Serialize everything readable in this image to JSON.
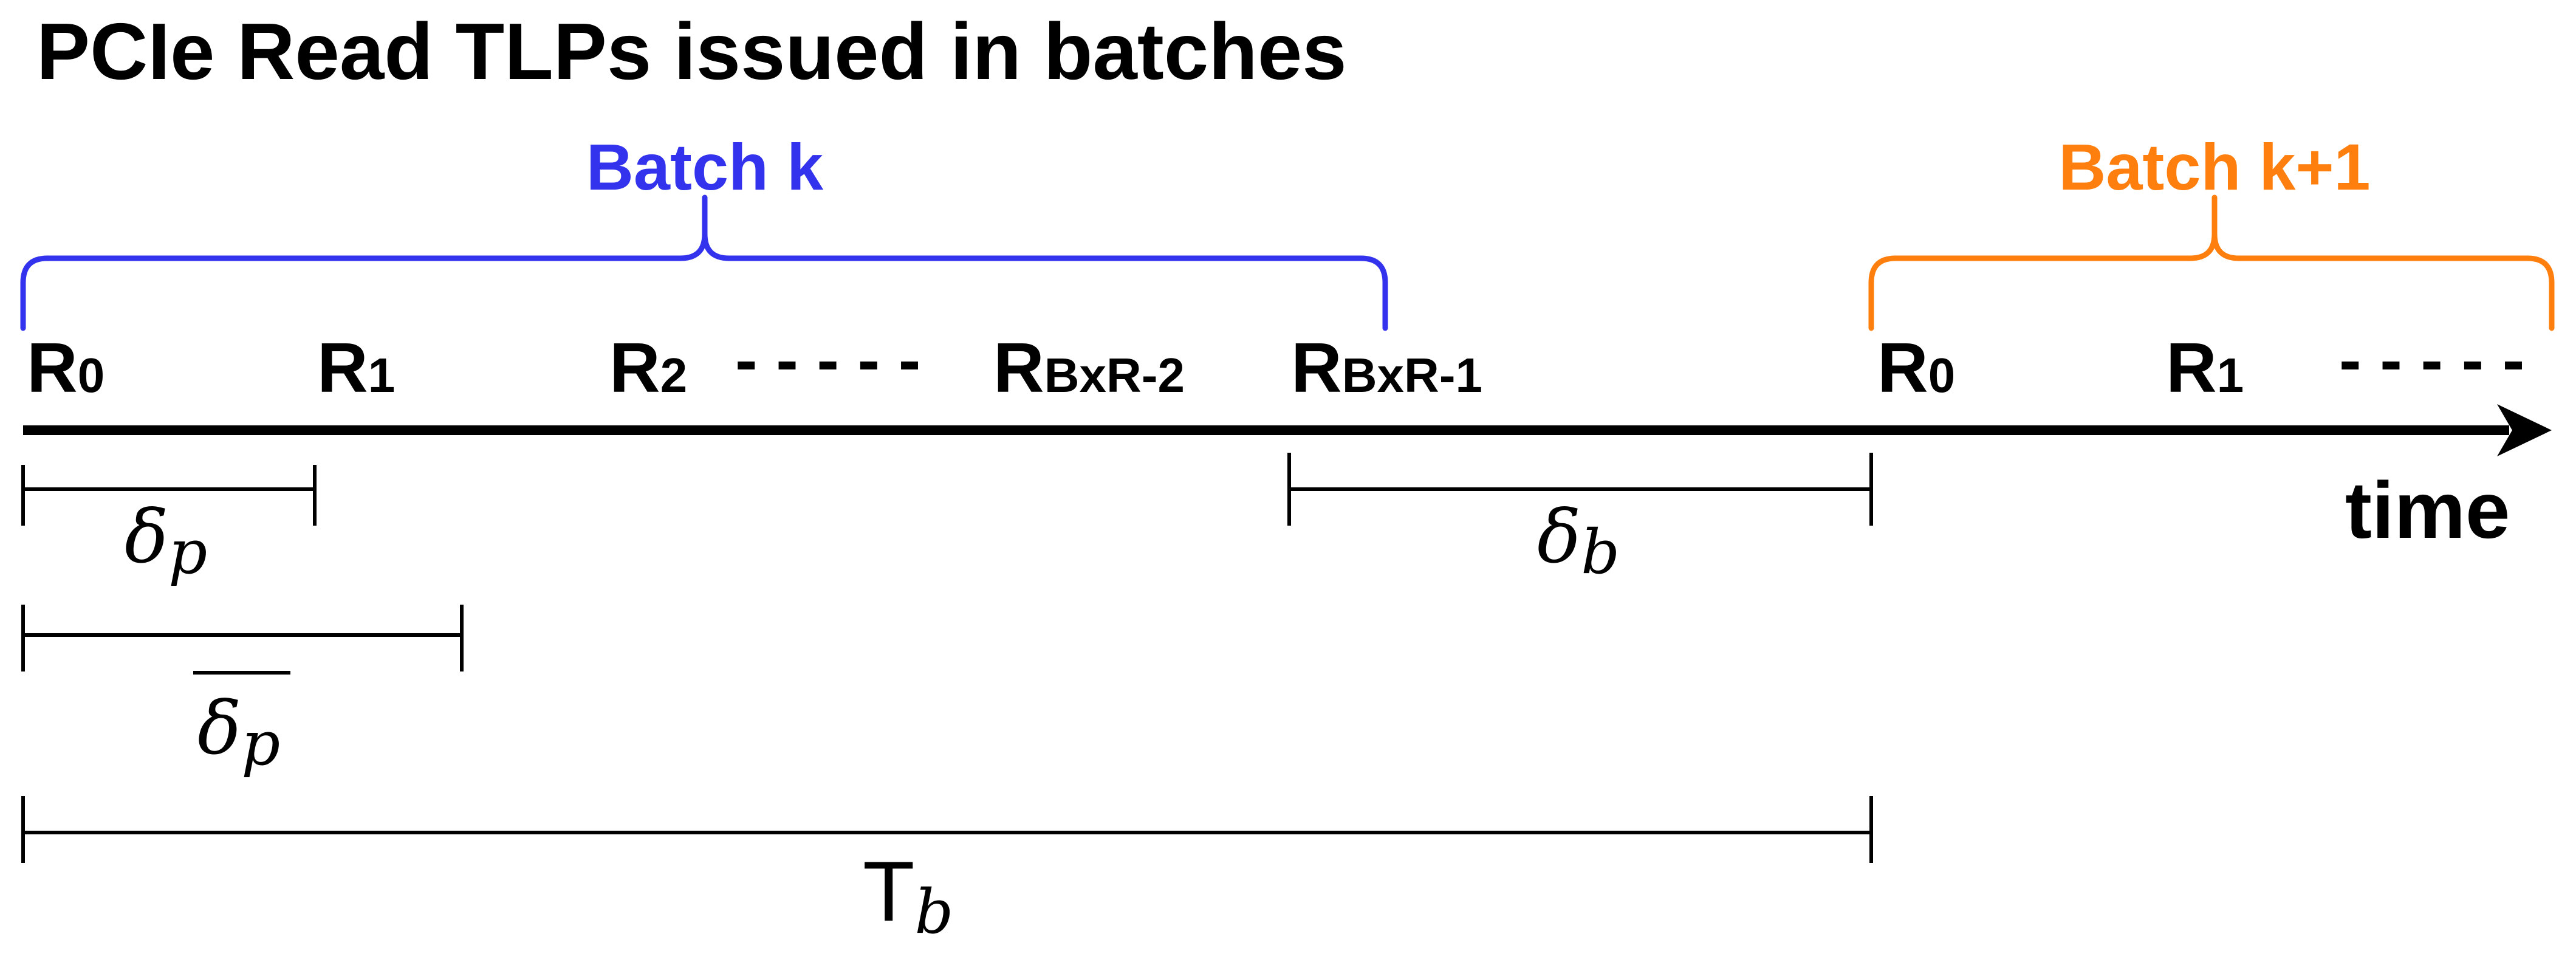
{
  "title": "PCIe Read TLPs issued in batches",
  "colors": {
    "batch_k": "#3333ee",
    "batch_k1": "#ff7f0e",
    "axis": "#000000"
  },
  "batches": {
    "k_label": "Batch k",
    "k1_label": "Batch k+1"
  },
  "requests": [
    {
      "base": "R",
      "sub": "0"
    },
    {
      "base": "R",
      "sub": "1"
    },
    {
      "base": "R",
      "sub": "2"
    },
    {
      "base": "R",
      "sub": "BxR-2"
    },
    {
      "base": "R",
      "sub": "BxR-1"
    },
    {
      "base": "R",
      "sub": "0"
    },
    {
      "base": "R",
      "sub": "1"
    }
  ],
  "dashes": "- - - - -",
  "axis_label": "time",
  "intervals": {
    "delta_p": {
      "symbol": "δ",
      "sub": "p"
    },
    "delta_p_bar": {
      "symbol": "δ",
      "sub": "p"
    },
    "delta_b": {
      "symbol": "δ",
      "sub": "b"
    },
    "T_b": {
      "symbol": "T",
      "sub": "b"
    }
  }
}
